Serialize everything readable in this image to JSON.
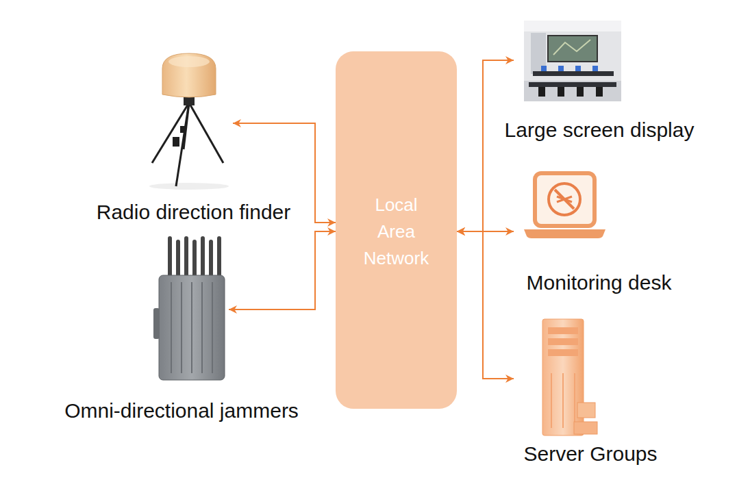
{
  "diagram": {
    "nodes": [
      {
        "text": [
          "Radio direction finder"
        ]
      },
      {
        "text": [
          "Omni-directional jammers"
        ]
      },
      {
        "text": [
          "Local Area Network"
        ]
      },
      {
        "text": [
          "Large screen display"
        ]
      },
      {
        "text": [
          "Monitoring desk"
        ]
      },
      {
        "text": [
          "Server Groups"
        ]
      }
    ],
    "edges": [
      {
        "from": 2,
        "to": 0,
        "arrow": "both"
      },
      {
        "from": 2,
        "to": 1,
        "arrow": "both"
      },
      {
        "from": 2,
        "to": 3,
        "arrow": "both"
      },
      {
        "from": 2,
        "to": 4,
        "arrow": "both"
      },
      {
        "from": 2,
        "to": 5,
        "arrow": "both"
      }
    ]
  }
}
